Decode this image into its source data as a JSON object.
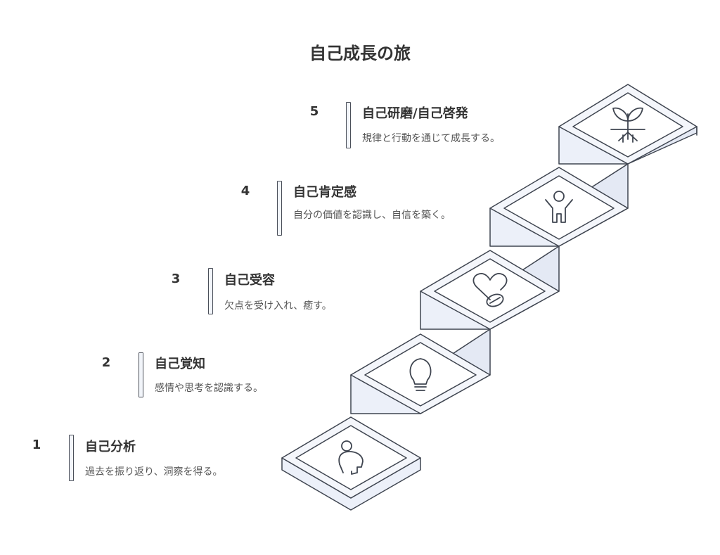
{
  "title": "自己成長の旅",
  "steps": [
    {
      "number": "1",
      "title": "自己分析",
      "description": "過去を振り返り、洞察を得る。",
      "icon": "head-silhouette-icon"
    },
    {
      "number": "2",
      "title": "自己覚知",
      "description": "感情や思考を認識する。",
      "icon": "lightbulb-icon"
    },
    {
      "number": "3",
      "title": "自己受容",
      "description": "欠点を受け入れ、癒す。",
      "icon": "heart-pill-icon"
    },
    {
      "number": "4",
      "title": "自己肯定感",
      "description": "自分の価値を認識し、自信を築く。",
      "icon": "person-arms-raised-icon"
    },
    {
      "number": "5",
      "title": "自己研磨/自己啓発",
      "description": "規律と行動を通じて成長する。",
      "icon": "plant-roots-icon"
    }
  ],
  "colors": {
    "block_fill": "#ecf0f9",
    "top_fill": "#f4f6fb",
    "stroke": "#3f4550"
  }
}
